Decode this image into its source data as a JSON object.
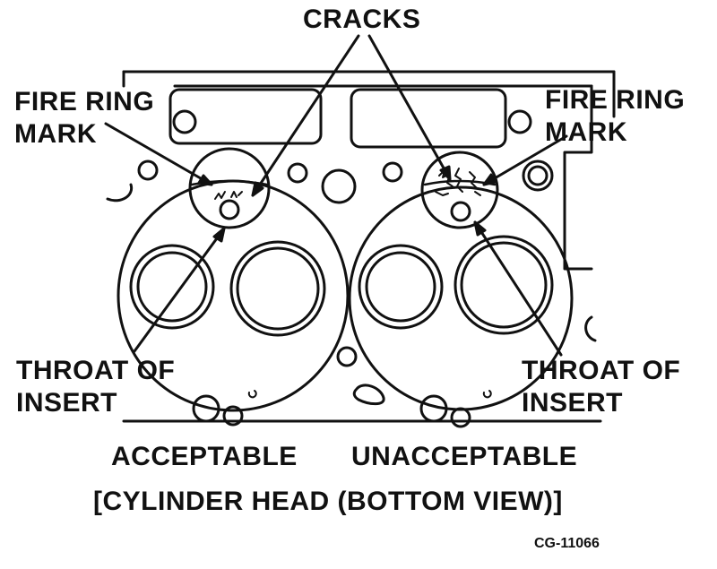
{
  "labels": {
    "cracks": "CRACKS",
    "fire_ring_left_1": "FIRE RING",
    "fire_ring_left_2": "MARK",
    "fire_ring_right_1": "FIRE RING",
    "fire_ring_right_2": "MARK",
    "throat_left_1": "THROAT OF",
    "throat_left_2": "INSERT",
    "throat_right_1": "THROAT OF",
    "throat_right_2": "INSERT",
    "acceptable": "ACCEPTABLE",
    "unacceptable": "UNACCEPTABLE",
    "caption": "[CYLINDER HEAD (BOTTOM VIEW)]",
    "figure_id": "CG-11066"
  }
}
